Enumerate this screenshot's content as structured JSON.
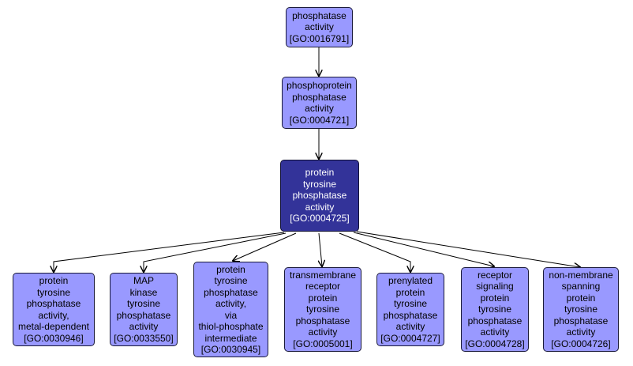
{
  "diagram": {
    "type": "GO term ancestry graph",
    "colors": {
      "node_fill": "#9999ff",
      "focus_fill": "#333399",
      "focus_text": "#ffffff",
      "edge": "#000000"
    },
    "nodes": [
      {
        "id": "GO:0016791",
        "lines": "phosphatase\nactivity\n[GO:0016791]"
      },
      {
        "id": "GO:0004721",
        "lines": "phosphoprotein\nphosphatase\nactivity\n[GO:0004721]"
      },
      {
        "id": "GO:0004725",
        "lines": "protein\ntyrosine\nphosphatase\nactivity\n[GO:0004725]",
        "focus": true
      },
      {
        "id": "GO:0030946",
        "lines": "protein\ntyrosine\nphosphatase\nactivity,\nmetal-dependent\n[GO:0030946]"
      },
      {
        "id": "GO:0033550",
        "lines": "MAP\nkinase\ntyrosine\nphosphatase\nactivity\n[GO:0033550]"
      },
      {
        "id": "GO:0030945",
        "lines": "protein\ntyrosine\nphosphatase\nactivity,\nvia\nthiol-phosphate\nintermediate\n[GO:0030945]"
      },
      {
        "id": "GO:0005001",
        "lines": "transmembrane\nreceptor\nprotein\ntyrosine\nphosphatase\nactivity\n[GO:0005001]"
      },
      {
        "id": "GO:0004727",
        "lines": "prenylated\nprotein\ntyrosine\nphosphatase\nactivity\n[GO:0004727]"
      },
      {
        "id": "GO:0004728",
        "lines": "receptor\nsignaling\nprotein\ntyrosine\nphosphatase\nactivity\n[GO:0004728]"
      },
      {
        "id": "GO:0004726",
        "lines": "non-membrane\nspanning\nprotein\ntyrosine\nphosphatase\nactivity\n[GO:0004726]"
      }
    ],
    "edges": [
      {
        "from": "GO:0016791",
        "to": "GO:0004721"
      },
      {
        "from": "GO:0004721",
        "to": "GO:0004725"
      },
      {
        "from": "GO:0004725",
        "to": "GO:0030946"
      },
      {
        "from": "GO:0004725",
        "to": "GO:0033550"
      },
      {
        "from": "GO:0004725",
        "to": "GO:0030945"
      },
      {
        "from": "GO:0004725",
        "to": "GO:0005001"
      },
      {
        "from": "GO:0004725",
        "to": "GO:0004727"
      },
      {
        "from": "GO:0004725",
        "to": "GO:0004728"
      },
      {
        "from": "GO:0004725",
        "to": "GO:0004726"
      }
    ]
  }
}
